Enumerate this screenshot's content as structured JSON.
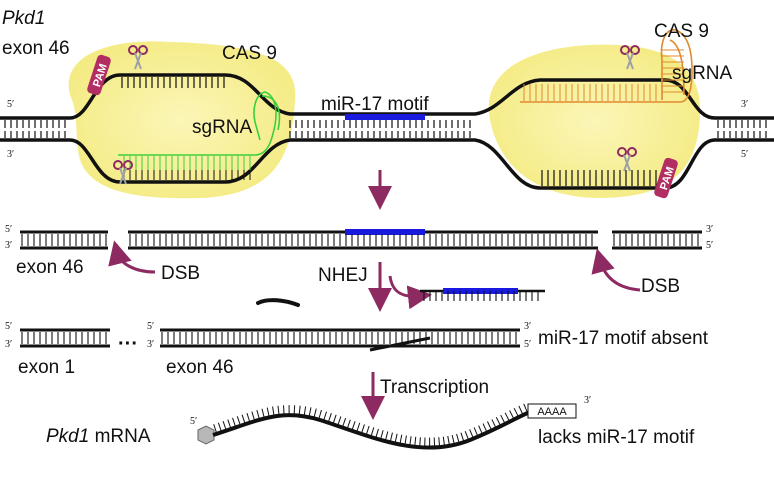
{
  "gene_name": "Pkd1",
  "gene_exon": "exon 46",
  "cas9_left": "CAS 9",
  "cas9_right": "CAS 9",
  "sgrna_left": "sgRNA",
  "sgrna_right": "sgRNA",
  "pam_left": "PAM",
  "pam_right": "PAM",
  "mir_motif": "miR-17 motif",
  "prime_5": "5′",
  "prime_3": "3′",
  "dsb_left": "DSB",
  "dsb_right": "DSB",
  "exon46_cut": "exon 46",
  "nhej": "NHEJ",
  "motif_absent": "miR-17 motif absent",
  "exon1": "exon 1",
  "exon46_edited": "exon 46",
  "transcription": "Transcription",
  "mrna_gene": "Pkd1",
  "mrna_word": " mRNA",
  "polya": "AAAA",
  "lacks": "lacks miR-17 motif",
  "colors": {
    "strand": "#111111",
    "motif": "#1a1adf",
    "sgrna": "#3ccf3c",
    "sgrna_right": "#e08a2e",
    "cas9": "#f6ee9a",
    "pam": "#b22d62",
    "arrow": "#8e2a62"
  }
}
